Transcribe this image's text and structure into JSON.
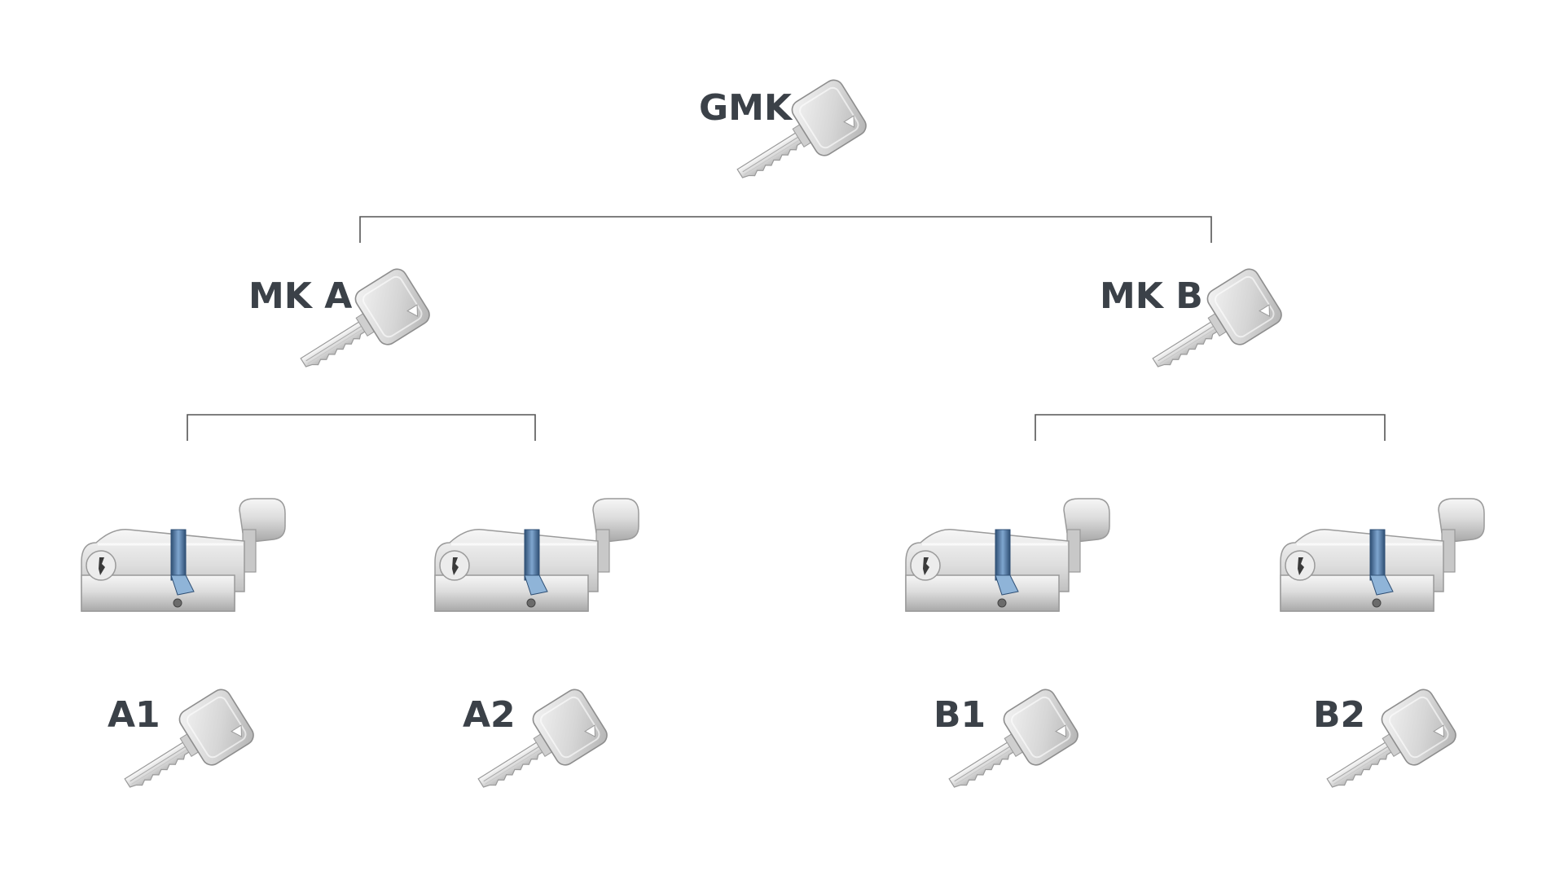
{
  "diagram": {
    "colors": {
      "label": "#3b4148",
      "connector": "#555555",
      "metal_light": "#f1f1f1",
      "metal_mid": "#d2d2d2",
      "metal_dark": "#a7a7a7",
      "band": "#5b88b8",
      "band_dark": "#2f4f74"
    },
    "nodes": {
      "gmk": {
        "label": "GMK",
        "icon": "key-icon"
      },
      "mk_a": {
        "label": "MK A",
        "icon": "key-icon"
      },
      "mk_b": {
        "label": "MK B",
        "icon": "key-icon"
      },
      "a1": {
        "label": "A1",
        "icon": "key-icon",
        "cylinder_icon": "door-cylinder-icon"
      },
      "a2": {
        "label": "A2",
        "icon": "key-icon",
        "cylinder_icon": "door-cylinder-icon"
      },
      "b1": {
        "label": "B1",
        "icon": "key-icon",
        "cylinder_icon": "door-cylinder-icon"
      },
      "b2": {
        "label": "B2",
        "icon": "key-icon",
        "cylinder_icon": "door-cylinder-icon"
      }
    }
  }
}
